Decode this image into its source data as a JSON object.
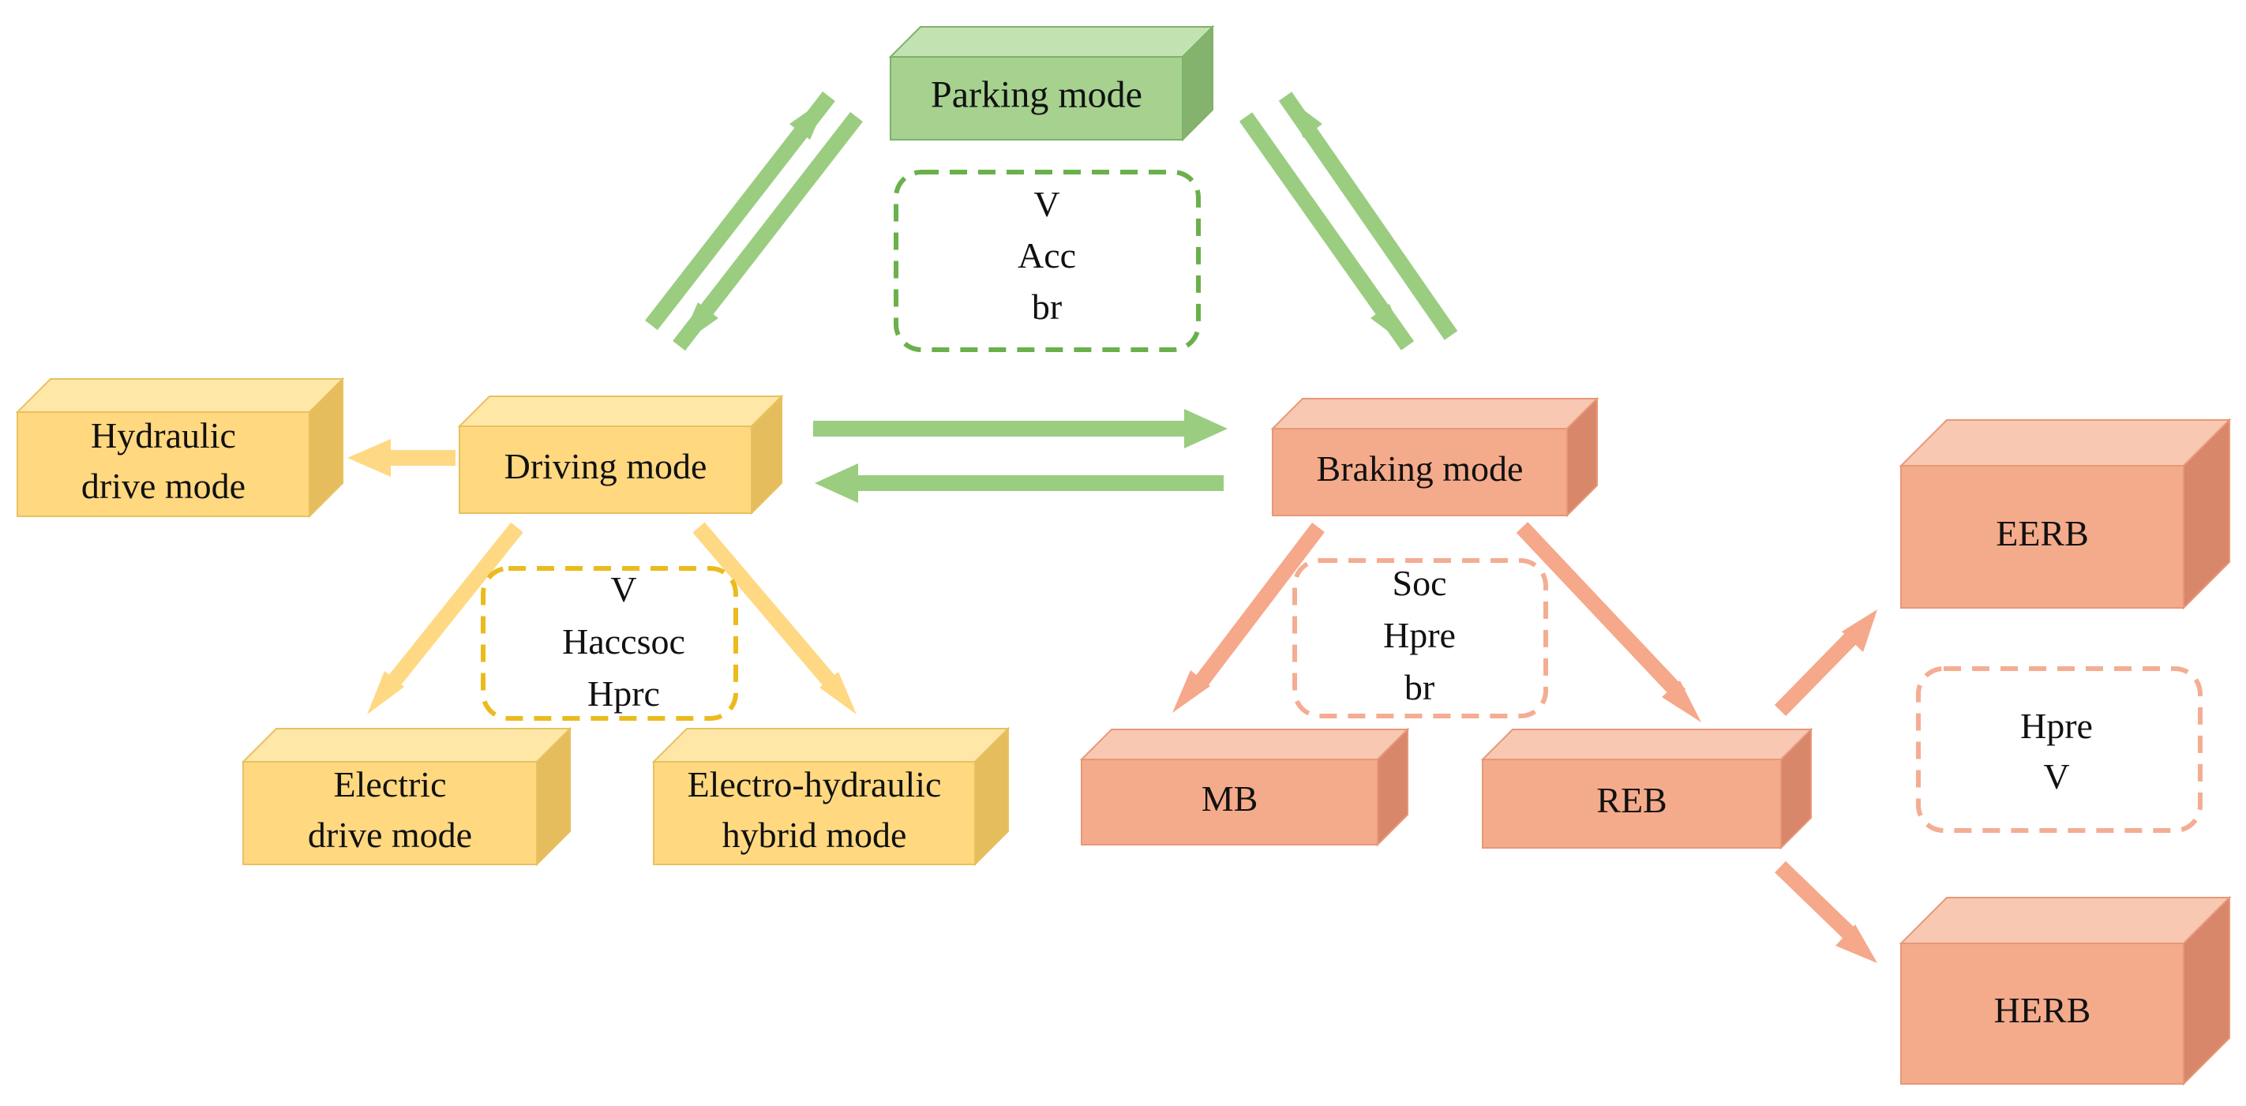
{
  "colors": {
    "green_front": "#a6d18f",
    "green_top": "#c3e2b2",
    "green_side": "#83b36c",
    "green_edge": "#7fb267",
    "green_arrow": "#9acd80",
    "green_dash": "#6ab04c",
    "yellow_front": "#ffd880",
    "yellow_top": "#ffe7a8",
    "yellow_side": "#e6bd5d",
    "yellow_edge": "#e8c15f",
    "yellow_arrow": "#ffd883",
    "yellow_dash": "#ebbb1e",
    "orange_front": "#f4ab8b",
    "orange_top": "#f8c8b2",
    "orange_side": "#d8876a",
    "orange_edge": "#e79878",
    "orange_arrow": "#f6a88a",
    "orange_dash": "#f4ad93"
  },
  "nodes": {
    "parking": {
      "lines": [
        "Parking mode"
      ]
    },
    "driving": {
      "lines": [
        "Driving mode"
      ]
    },
    "braking": {
      "lines": [
        "Braking mode"
      ]
    },
    "hydraulic": {
      "lines": [
        "Hydraulic",
        "drive mode"
      ]
    },
    "electric": {
      "lines": [
        "Electric",
        "drive mode"
      ]
    },
    "electrohydraulic": {
      "lines": [
        "Electro-hydraulic",
        "hybrid mode"
      ]
    },
    "mb": {
      "lines": [
        "MB"
      ]
    },
    "reb": {
      "lines": [
        "REB"
      ]
    },
    "eerb": {
      "lines": [
        "EERB"
      ]
    },
    "herb": {
      "lines": [
        "HERB"
      ]
    }
  },
  "conditions": {
    "parking_cond": {
      "lines": [
        "V",
        "Acc",
        "br"
      ]
    },
    "driving_cond": {
      "lines": [
        "V",
        "Haccsoc",
        "Hprc"
      ]
    },
    "braking_cond": {
      "lines": [
        "Soc",
        "Hpre",
        "br"
      ]
    },
    "reb_cond": {
      "lines": [
        "Hpre",
        "V"
      ]
    }
  }
}
